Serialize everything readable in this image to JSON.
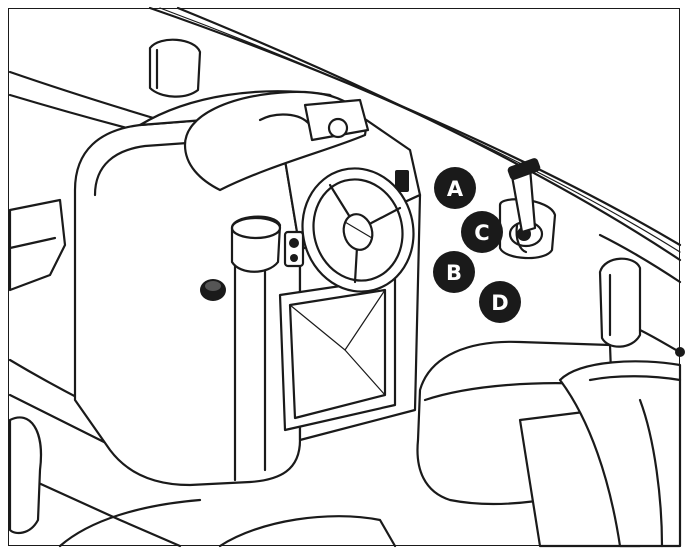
{
  "figure": {
    "callouts": [
      {
        "id": "A",
        "label": "A"
      },
      {
        "id": "B",
        "label": "B"
      },
      {
        "id": "C",
        "label": "C"
      },
      {
        "id": "D",
        "label": "D"
      }
    ],
    "colors": {
      "ink": "#1a1a1a",
      "background": "#ffffff",
      "callout_text": "#ffffff"
    }
  }
}
